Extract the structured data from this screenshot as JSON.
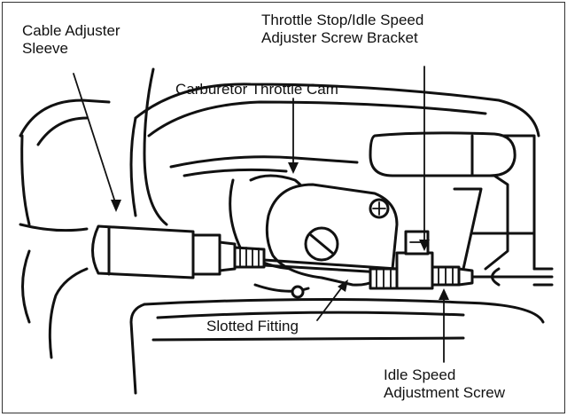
{
  "labels": {
    "cable_adjuster_sleeve": "Cable Adjuster\nSleeve",
    "throttle_stop_bracket": "Throttle Stop/Idle Speed\nAdjuster Screw Bracket",
    "carburetor_throttle_cam": "Carburetor Throttle Cam",
    "slotted_fitting": "Slotted Fitting",
    "idle_speed_adjustment_screw": "Idle Speed\nAdjustment Screw"
  }
}
